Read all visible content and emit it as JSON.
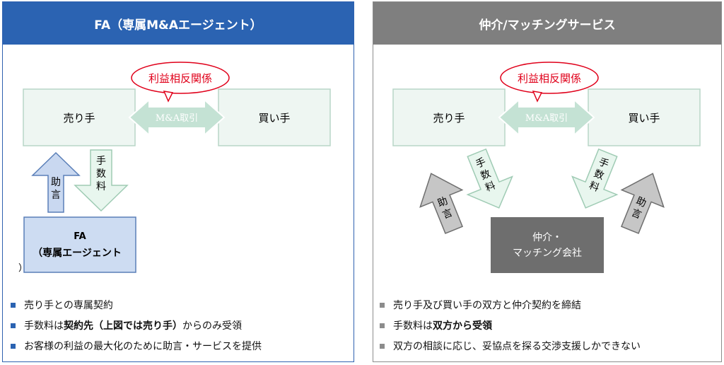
{
  "colors": {
    "left_header": "#2b63b2",
    "right_header": "#7f7f7f",
    "party_box_fill": "#eef6f2",
    "party_box_border": "#b9d6c7",
    "deal_arrow_fill": "#c4e2d4",
    "fee_arrow_fill": "#e8f6ee",
    "advice_arrow_left": "#c9d8f0",
    "advice_arrow_right": "#c6c6c6",
    "fa_box_fill": "#cddcf2",
    "intermediary_box_fill": "#6e6e6e",
    "conflict_text": "#e0001a"
  },
  "left": {
    "title": "FA（専属M&Aエージェント）",
    "conflict_label": "利益相反関係",
    "seller": "売り手",
    "buyer": "買い手",
    "deal": "M&A取引",
    "fee": "手数料",
    "advice": "助言",
    "agent_line1": "FA",
    "agent_line2": "（専属エージェント",
    "agent_stray": "）",
    "bullets": [
      {
        "pre": "売り手との専属契約",
        "bold": "",
        "post": ""
      },
      {
        "pre": "手数料は",
        "bold": "契約先（上図では売り手）",
        "post": "からのみ受領"
      },
      {
        "pre": "お客様の利益の最大化のために助言・サービスを提供",
        "bold": "",
        "post": ""
      }
    ]
  },
  "right": {
    "title": "仲介/マッチングサービス",
    "conflict_label": "利益相反関係",
    "seller": "売り手",
    "buyer": "買い手",
    "deal": "M&A取引",
    "fee_left": "手数料",
    "fee_right": "手数料",
    "advice_left": "助言",
    "advice_right": "助言",
    "company_line1": "仲介・",
    "company_line2": "マッチング会社",
    "bullets": [
      {
        "pre": "売り手及び買い手の双方と仲介契約を締結",
        "bold": "",
        "post": ""
      },
      {
        "pre": "手数料は",
        "bold": "双方から受領",
        "post": ""
      },
      {
        "pre": "双方の相談に応じ、妥協点を探る交渉支援しかできない",
        "bold": "",
        "post": ""
      }
    ]
  }
}
